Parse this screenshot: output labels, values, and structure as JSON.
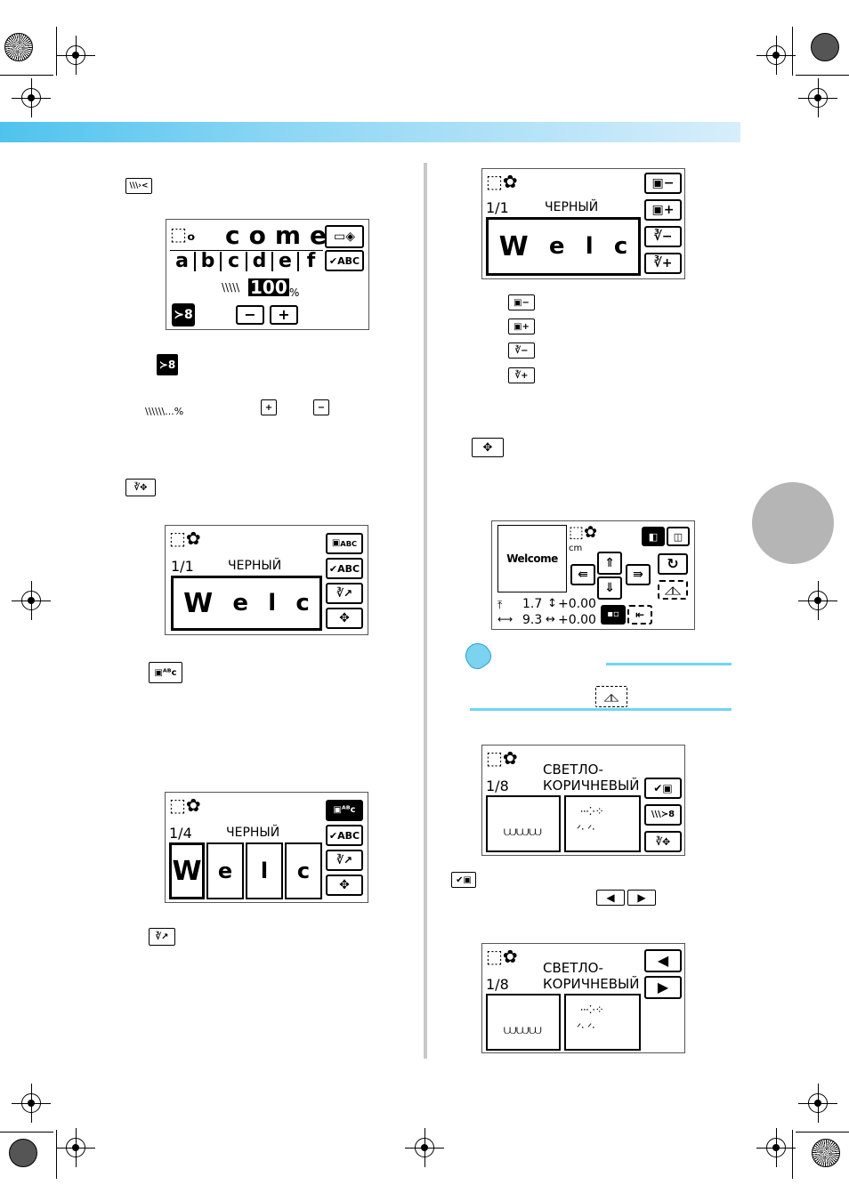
{
  "header": {
    "bar_color": "#4fc3ee"
  },
  "screen1": {
    "title_text": "come",
    "letters": [
      "a",
      "b",
      "c",
      "d",
      "e",
      "f"
    ],
    "check_label": "✔ABC",
    "density_value": "100",
    "percent": "%",
    "minus": "−",
    "plus": "+"
  },
  "inline1": {
    "density_caption": "\\\\\\\\\\\\...%"
  },
  "screen2": {
    "page": "1/1",
    "color": "ЧЕРНЫЙ",
    "letters": [
      "W",
      "e",
      "l",
      "c"
    ],
    "btn_abc": "ABC",
    "btn_check": "✔ABC"
  },
  "screen3": {
    "page": "1/4",
    "color": "ЧЕРНЫЙ",
    "letters": [
      "W",
      "e",
      "l",
      "c"
    ],
    "btn_check": "✔ABC"
  },
  "screen4": {
    "page": "1/1",
    "color": "ЧЕРНЫЙ",
    "letters": [
      "W",
      "e",
      "l",
      "c"
    ],
    "minus": "−",
    "plus": "+"
  },
  "legend_icons": {
    "minus": "−",
    "plus": "+"
  },
  "screen5": {
    "preview_text": "Welcome",
    "unit": "cm",
    "height_value": "1.7",
    "height_offset": "+0.00",
    "width_value": "9.3",
    "width_offset": "+0.00"
  },
  "screen6": {
    "page": "1/8",
    "color_line1": "СВЕТЛО-",
    "color_line2": "КОРИЧНЕВЫЙ"
  },
  "screen7": {
    "page": "1/8",
    "color_line1": "СВЕТЛО-",
    "color_line2": "КОРИЧНЕВЫЙ"
  },
  "colors": {
    "note_line": "#6fd6f2",
    "tab": "#b5b5b5",
    "divider": "#c8c8c8"
  }
}
